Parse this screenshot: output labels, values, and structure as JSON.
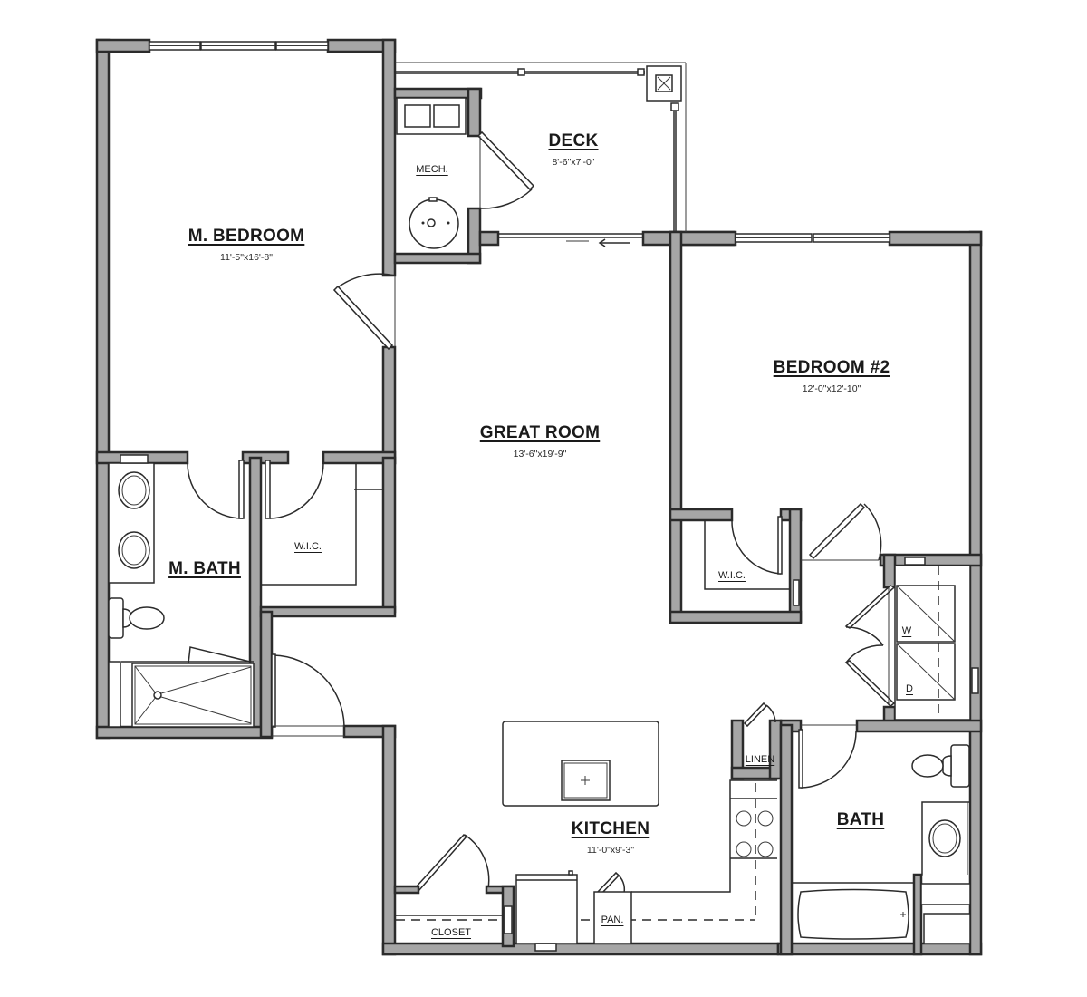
{
  "plan": {
    "type": "2-bedroom apartment floor plan",
    "wall_fill": "#a6a6a6",
    "line_color": "#2b2b2b",
    "background": "#ffffff"
  },
  "rooms": {
    "master_bedroom": {
      "name": "M. BEDROOM",
      "dimensions": "11'-5\"x16'-8\""
    },
    "deck": {
      "name": "DECK",
      "dimensions": "8'-6\"x7'-0\""
    },
    "mech": {
      "name": "MECH."
    },
    "great_room": {
      "name": "GREAT ROOM",
      "dimensions": "13'-6\"x19'-9\""
    },
    "bedroom2": {
      "name": "BEDROOM #2",
      "dimensions": "12'-0\"x12'-10\""
    },
    "master_bath": {
      "name": "M. BATH"
    },
    "master_wic": {
      "name": "W.I.C."
    },
    "bedroom2_wic": {
      "name": "W.I.C."
    },
    "washer": {
      "name": "W"
    },
    "dryer": {
      "name": "D"
    },
    "linen": {
      "name": "LINEN"
    },
    "bath": {
      "name": "BATH"
    },
    "kitchen": {
      "name": "KITCHEN",
      "dimensions": "11'-0\"x9'-3\""
    },
    "closet": {
      "name": "CLOSET"
    },
    "pantry": {
      "name": "PAN."
    }
  }
}
